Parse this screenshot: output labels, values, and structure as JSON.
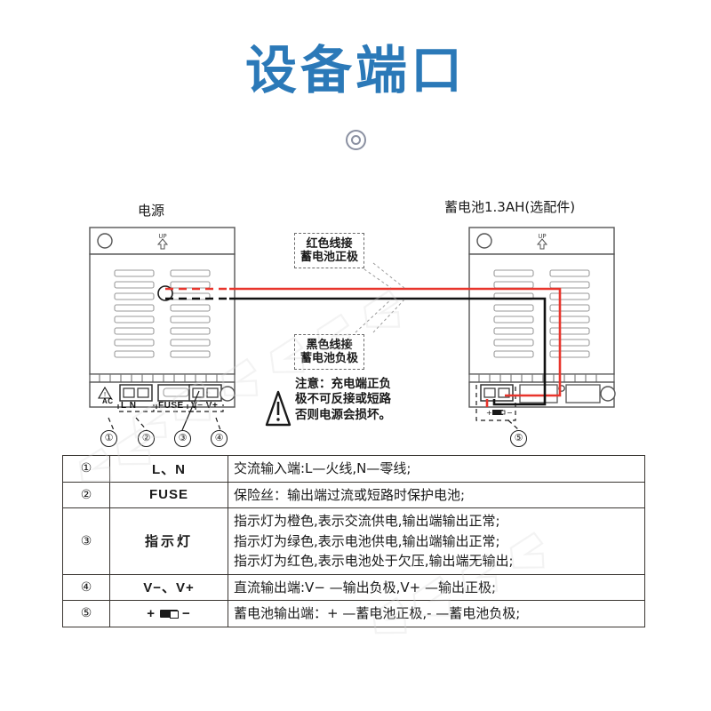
{
  "page": {
    "title": "设备端口",
    "ornament_icon": "concentric-circle-icon"
  },
  "diagram": {
    "devices": [
      {
        "id": "psu",
        "caption": "电源",
        "marking": "UP"
      },
      {
        "id": "battery",
        "caption": "蓄电池1.3AH(选配件)",
        "marking": "UP"
      }
    ],
    "callouts": [
      {
        "id": "red",
        "line1": "红色线接",
        "line2": "蓄电池正极",
        "wire_color": "#e8352c"
      },
      {
        "id": "black",
        "line1": "黑色线接",
        "line2": "蓄电池负极",
        "wire_color": "#000000"
      }
    ],
    "warning": {
      "icon": "warning-triangle-icon",
      "line1": "注意：充电端正负",
      "line2": "极不可反接或短路",
      "line3": "否则电源会损坏。"
    },
    "terminal_labels": {
      "ac": "AC",
      "ln": "L N",
      "fuse": "FUSE",
      "vv": "V− V+"
    },
    "markers": [
      {
        "num": "①"
      },
      {
        "num": "②"
      },
      {
        "num": "③"
      },
      {
        "num": "④"
      },
      {
        "num": "⑤"
      }
    ],
    "wires": {
      "red_color": "#e8352c",
      "black_color": "#111111"
    }
  },
  "table": {
    "rows": [
      {
        "num": "①",
        "terminal": "L、N",
        "terminal_style": "latin",
        "desc": [
          "交流输入端:L—火线,N—零线;"
        ]
      },
      {
        "num": "②",
        "terminal": "FUSE",
        "terminal_style": "latin",
        "desc": [
          "保险丝：输出端过流或短路时保护电池;"
        ]
      },
      {
        "num": "③",
        "terminal": "指示灯",
        "terminal_style": "cn",
        "desc": [
          "指示灯为橙色,表示交流供电,输出端输出正常;",
          "指示灯为绿色,表示电池供电,输出端输出正常;",
          "指示灯为红色,表示电池处于欠压,输出端无输出;"
        ]
      },
      {
        "num": "④",
        "terminal": "V−、V+",
        "terminal_style": "latin",
        "desc": [
          "直流输出端:V− —输出负极,V+ —输出正极;"
        ]
      },
      {
        "num": "⑤",
        "terminal": "+ ▭ −",
        "terminal_style": "battery",
        "desc": [
          "蓄电池输出端：+ —蓄电池正极,- —蓄电池负极;"
        ]
      }
    ]
  }
}
